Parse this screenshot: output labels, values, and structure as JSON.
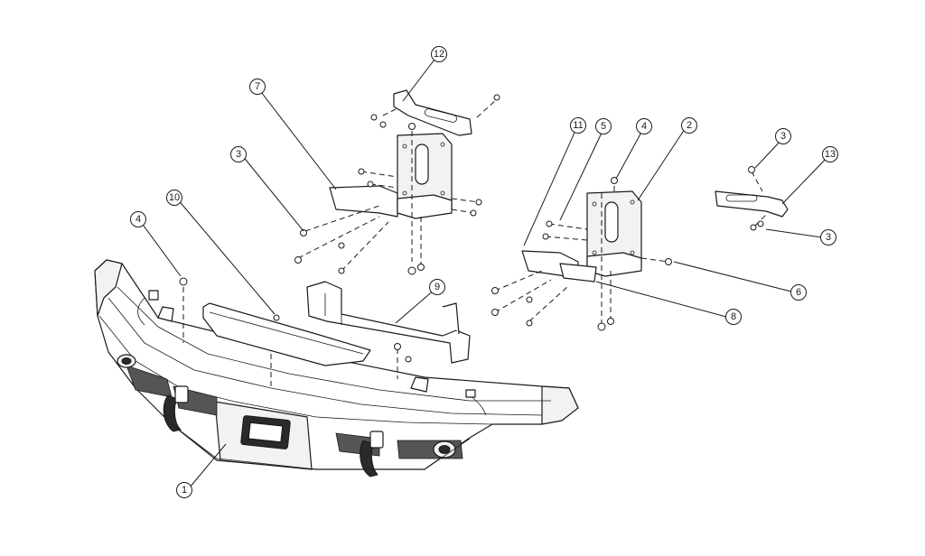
{
  "callouts": [
    {
      "id": "callout-1",
      "label": "1"
    },
    {
      "id": "callout-2",
      "label": "2"
    },
    {
      "id": "callout-3a",
      "label": "3"
    },
    {
      "id": "callout-3b",
      "label": "3"
    },
    {
      "id": "callout-3c",
      "label": "3"
    },
    {
      "id": "callout-4a",
      "label": "4"
    },
    {
      "id": "callout-4b",
      "label": "4"
    },
    {
      "id": "callout-5",
      "label": "5"
    },
    {
      "id": "callout-6",
      "label": "6"
    },
    {
      "id": "callout-7",
      "label": "7"
    },
    {
      "id": "callout-8",
      "label": "8"
    },
    {
      "id": "callout-9",
      "label": "9"
    },
    {
      "id": "callout-10",
      "label": "10"
    },
    {
      "id": "callout-11",
      "label": "11"
    },
    {
      "id": "callout-12",
      "label": "12"
    },
    {
      "id": "callout-13",
      "label": "13"
    }
  ],
  "colors": {
    "line": "#1a1a1a",
    "background": "#ffffff",
    "shade": "#f2f2f2"
  }
}
